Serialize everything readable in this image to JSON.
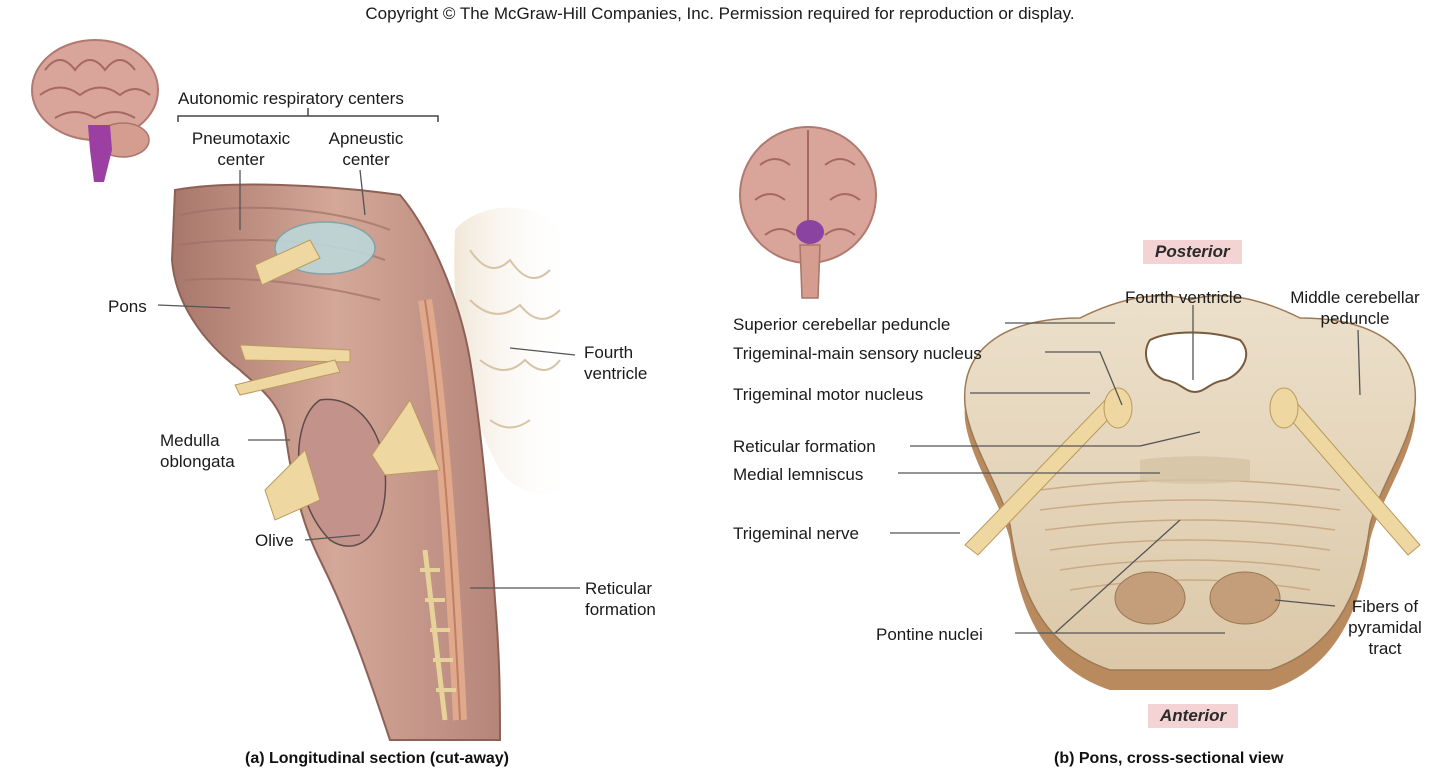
{
  "copyright": "Copyright © The McGraw-Hill Companies, Inc. Permission required for reproduction or display.",
  "panel_a": {
    "caption": "(a) Longitudinal section (cut-away)",
    "labels": {
      "autonomic": "Autonomic respiratory centers",
      "pneumotaxic_1": "Pneumotaxic",
      "pneumotaxic_2": "center",
      "apneustic_1": "Apneustic",
      "apneustic_2": "center",
      "pons": "Pons",
      "fourth_ventricle_1": "Fourth",
      "fourth_ventricle_2": "ventricle",
      "medulla_1": "Medulla",
      "medulla_2": "oblongata",
      "olive": "Olive",
      "reticular_1": "Reticular",
      "reticular_2": "formation"
    }
  },
  "panel_b": {
    "caption": "(b) Pons, cross-sectional view",
    "posterior": "Posterior",
    "anterior": "Anterior",
    "labels": {
      "fourth_ventricle": "Fourth ventricle",
      "middle_peduncle_1": "Middle cerebellar",
      "middle_peduncle_2": "peduncle",
      "superior_peduncle": "Superior cerebellar peduncle",
      "trigeminal_sensory": "Trigeminal-main sensory nucleus",
      "trigeminal_motor": "Trigeminal motor nucleus",
      "reticular": "Reticular formation",
      "medial_lemniscus": "Medial lemniscus",
      "trigeminal_nerve": "Trigeminal nerve",
      "pontine_nuclei": "Pontine nuclei",
      "pyramidal_1": "Fibers of",
      "pyramidal_2": "pyramidal",
      "pyramidal_3": "tract"
    }
  },
  "colors": {
    "brain": "#d9a49a",
    "brainstem_highlight": "#9b3fa3",
    "muscle": "#c99a8c",
    "nerve": "#f0d9a0",
    "pons_tissue": "#e6d8c0",
    "pons_rim": "#b98a5e",
    "orient_bg": "#f3d3d3"
  }
}
